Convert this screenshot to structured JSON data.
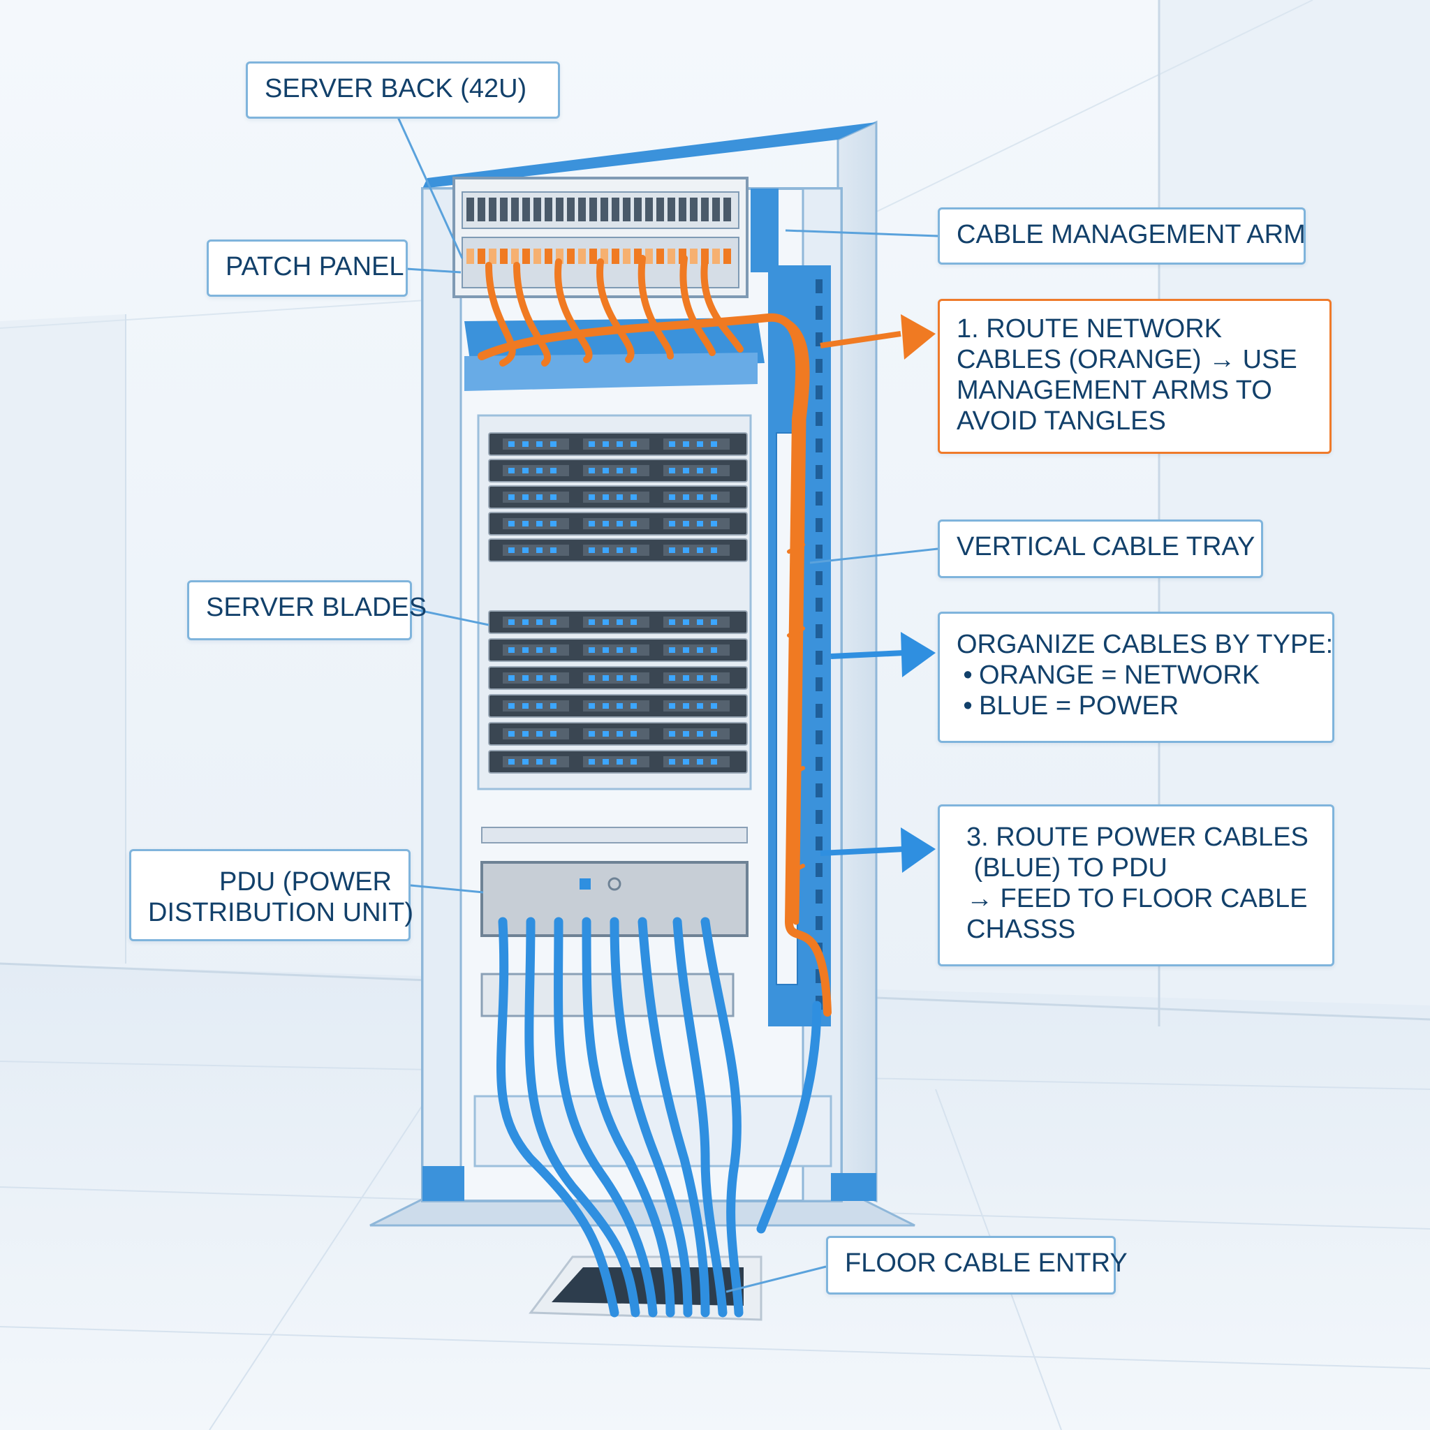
{
  "labels": {
    "server_back": "SERVER BACK  (42U)",
    "patch_panel": "PATCH PANEL",
    "cable_management_arm": "CABLE MANAGEMENT ARM",
    "step1": [
      "1. ROUTE NETWORK",
      "CABLES (ORANGE) → USE",
      "MANAGEMENT ARMS TO",
      "AVOID TANGLES"
    ],
    "vertical_cable_tray": "VERTICAL CABLE TRAY",
    "server_blades": "SERVER BLADES",
    "organize": {
      "heading": "ORGANIZE CABLES BY TYPE:",
      "items": [
        "ORANGE = NETWORK",
        "BLUE = POWER"
      ]
    },
    "pdu": [
      "PDU (POWER",
      "DISTRIBUTION UNIT)"
    ],
    "step3": [
      "3. ROUTE POWER CABLES",
      " (BLUE) TO PDU",
      "→ FEED TO FLOOR CABLE",
      "CHASSS"
    ],
    "floor_cable_entry": "FLOOR CABLE ENTRY"
  },
  "colors": {
    "network_cable": "#f07a22",
    "power_cable": "#2f8fe0",
    "rack_frame": "#3b92db",
    "callout_border": "#7fb4dc",
    "callout_border_accent": "#ef7a2a",
    "text": "#12406a",
    "background": "#eef4fa"
  }
}
